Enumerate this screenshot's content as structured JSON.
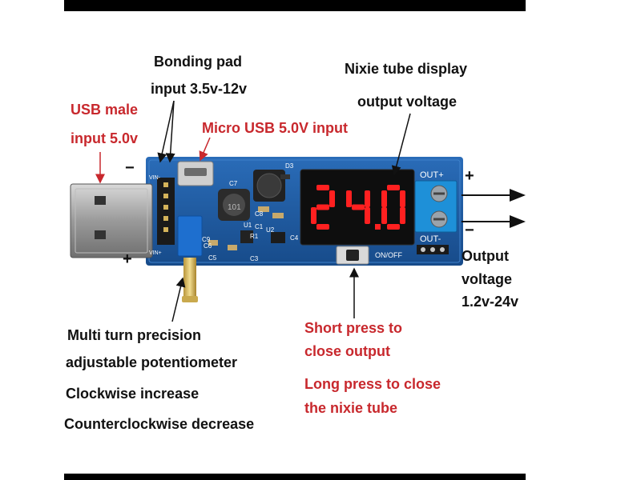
{
  "labels": {
    "bonding_pad": "Bonding pad",
    "bonding_input": "input 3.5v-12v",
    "nixie_display": "Nixie tube display",
    "output_voltage_top": "output voltage",
    "usb_male": "USB male",
    "usb_input": "input 5.0v",
    "micro_usb": "Micro USB 5.0V input",
    "minus_left": "−",
    "plus_left": "+",
    "plus_right": "+",
    "minus_right": "−",
    "output": "Output",
    "voltage": "voltage",
    "output_range": "1.2v-24v",
    "pot_line1": "Multi turn precision",
    "pot_line2": "adjustable potentiometer",
    "clockwise": "Clockwise increase",
    "counterclockwise": "Counterclockwise decrease",
    "short_press1": "Short press to",
    "short_press2": "close output",
    "long_press1": "Long press to close",
    "long_press2": "the nixie tube"
  },
  "board": {
    "display_value": "24.0",
    "out_plus": "OUT+",
    "out_minus": "OUT-",
    "on_off": "ON/OFF",
    "vin_minus": "VIN-",
    "vin_plus": "VIN+",
    "d3": "D3",
    "c7": "C7",
    "c8": "C8",
    "c9": "C9",
    "c6": "C6",
    "c5": "C5",
    "c3": "C3",
    "c4": "C4",
    "c1": "C1",
    "r1": "R1",
    "u1": "U1",
    "u2": "U2",
    "inductor_code": "101"
  },
  "colors": {
    "pcb": "#1f5fa8",
    "label_red": "#c8282d",
    "segment_red": "#ff2020",
    "terminal_blue": "#1e90d8"
  }
}
